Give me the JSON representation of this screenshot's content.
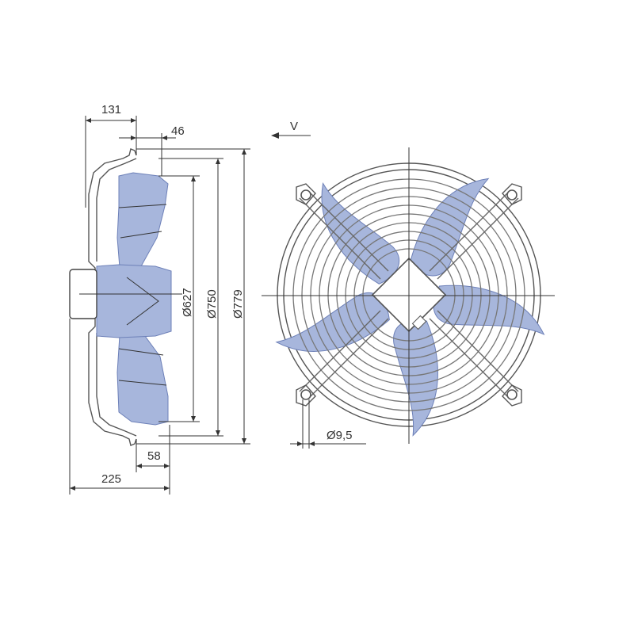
{
  "side_view": {
    "dims": {
      "d131": "131",
      "d46": "46",
      "d58": "58",
      "d225": "225",
      "dia627": "Ø627",
      "dia750": "Ø750",
      "dia779": "Ø779"
    }
  },
  "front_view": {
    "direction_label": "V",
    "hole_label": "Ø9,5",
    "blade_count": 5
  },
  "colors": {
    "blade_fill": "#a7b6dc",
    "blade_stroke": "#6d80b8",
    "line": "#333333"
  }
}
